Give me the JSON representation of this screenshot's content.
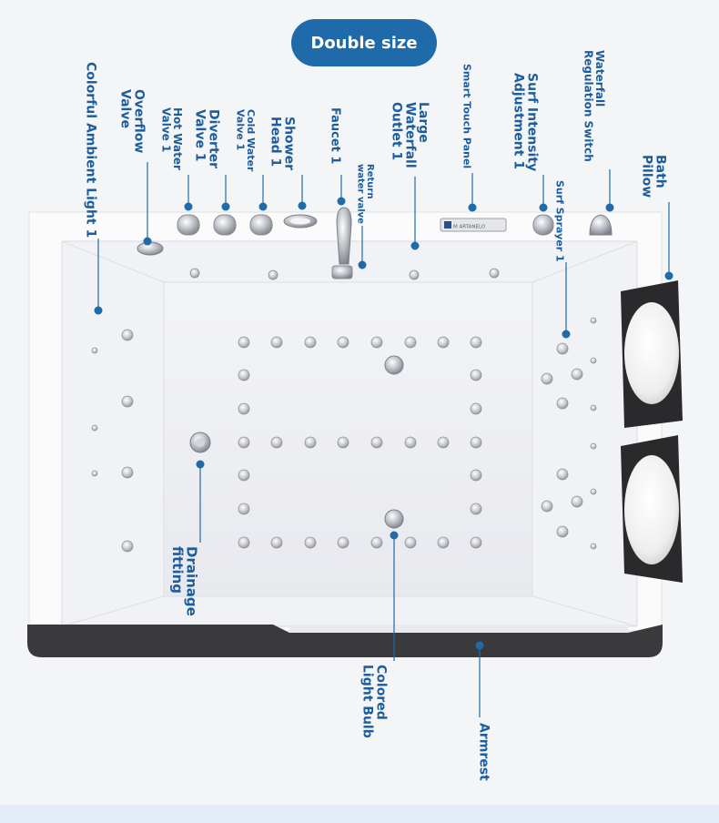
{
  "header": {
    "title": "Double size"
  },
  "labels": {
    "colorful_ambient_light": "Colorful Ambient Light 1",
    "overflow_valve": "Overflow\nValve",
    "hot_water_valve": "Hot Water\nValve 1",
    "diverter_valve": "Diverter\nValve 1",
    "cold_water_valve": "Cold Water\nValve 1",
    "shower_head": "Shower\nHead 1",
    "faucet": "Faucet 1",
    "return_water_valve": "Return\nwater valve",
    "large_waterfall_outlet": "Large\nWaterfall\nOutlet 1",
    "smart_touch_panel": "Smart Touch Panel",
    "surf_intensity_adjustment": "Surf Intensity\nAdjustment 1",
    "waterfall_regulation_switch": "Waterfall\nRegulation Switch",
    "surf_sprayer": "Surf Sprayer 1",
    "bath_pillow": "Bath\nPillow",
    "drainage_fitting": "Drainage\nfitting",
    "colored_light_bulb": "Colored\nLight Bulb",
    "armrest": "Armrest"
  },
  "panel_brand": "M ARTANELO",
  "colors": {
    "accent": "#1f6aa8",
    "label_text": "#1e5d9b",
    "tub_rim": "#fbfbfc",
    "tub_basin": "#edeef2",
    "armrest_panel": "#3a3a3c",
    "pillow": "#2a2a2c",
    "chrome": "#b9bcc2"
  }
}
